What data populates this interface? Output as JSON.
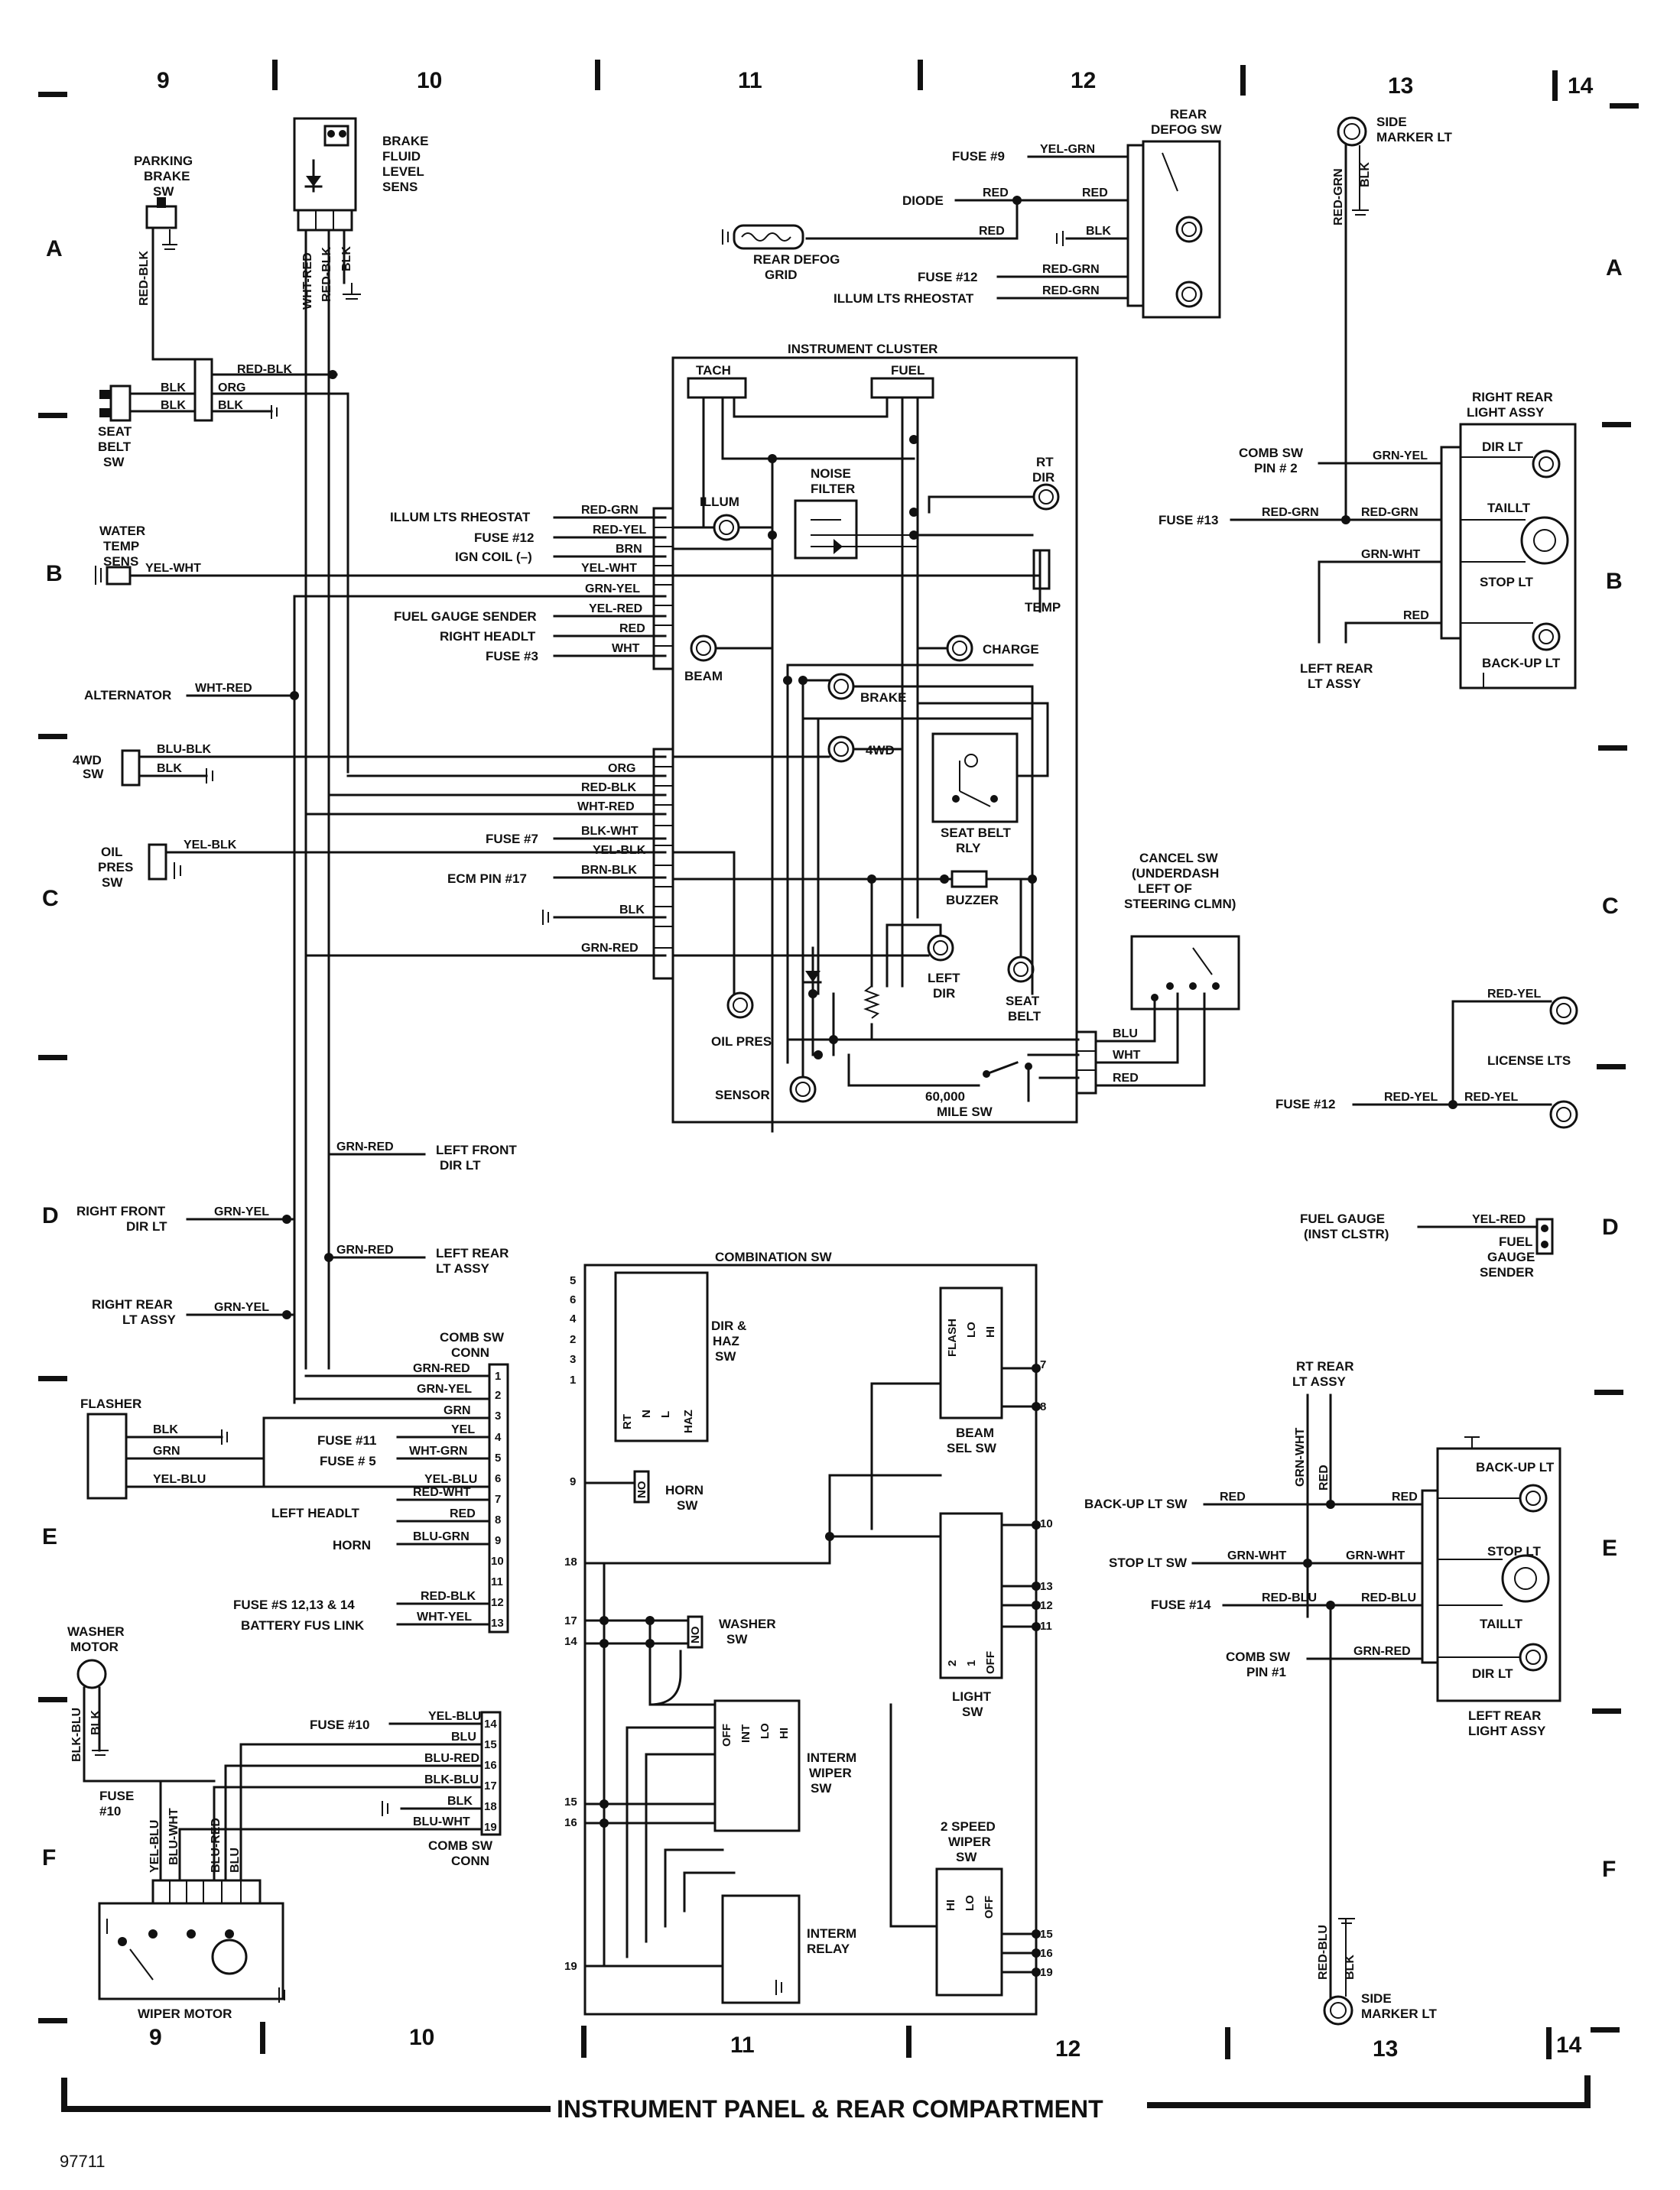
{
  "grid": {
    "columns": [
      "9",
      "10",
      "11",
      "12",
      "13",
      "14"
    ],
    "rows": [
      "A",
      "B",
      "C",
      "D",
      "E",
      "F"
    ]
  },
  "title": "INSTRUMENT PANEL & REAR COMPARTMENT",
  "figure_number": "97711",
  "components": {
    "parking_brake_sw": [
      "PARKING",
      "BRAKE",
      "SW"
    ],
    "brake_fluid_level_sens": [
      "BRAKE",
      "FLUID",
      "LEVEL",
      "SENS"
    ],
    "seat_belt_sw": [
      "SEAT",
      "BELT",
      "SW"
    ],
    "water_temp_sens": [
      "WATER",
      "TEMP",
      "SENS"
    ],
    "alternator": "ALTERNATOR",
    "wd4_sw": [
      "4WD",
      "SW"
    ],
    "oil_pres_sw": [
      "OIL",
      "PRES",
      "SW"
    ],
    "rear_defog_sw": [
      "REAR",
      "DEFOG SW"
    ],
    "rear_defog_grid": [
      "REAR DEFOG",
      "GRID"
    ],
    "instrument_cluster": "INSTRUMENT CLUSTER",
    "tach": "TACH",
    "fuel": "FUEL",
    "noise_filter": [
      "NOISE",
      "FILTER"
    ],
    "illum": "ILLUM",
    "rt_dir": [
      "RT",
      "DIR"
    ],
    "temp": "TEMP",
    "beam": "BEAM",
    "charge": "CHARGE",
    "brake": "BRAKE",
    "wd4": "4WD",
    "seat_belt_rly": [
      "SEAT BELT",
      "RLY"
    ],
    "buzzer": "BUZZER",
    "left_dir": [
      "LEFT",
      "DIR"
    ],
    "seat_belt": [
      "SEAT",
      "BELT"
    ],
    "oil_pres": "OIL PRES",
    "sensor": "SENSOR",
    "mile_sw": [
      "60,000",
      "MILE SW"
    ],
    "cancel_sw": [
      "CANCEL SW",
      "(UNDERDASH",
      "LEFT OF",
      "STEERING CLMN)"
    ],
    "side_marker_top": [
      "SIDE",
      "MARKER LT"
    ],
    "right_rear_light_assy": [
      "RIGHT REAR",
      "LIGHT ASSY"
    ],
    "dir_lt": "DIR LT",
    "taillt": "TAILLT",
    "stop_lt": "STOP LT",
    "back_up_lt": "BACK-UP LT",
    "left_rear_lt_assy": [
      "LEFT REAR",
      "LT ASSY"
    ],
    "license_lts": "LICENSE LTS",
    "fuel_gauge_sender": [
      "FUEL",
      "GAUGE",
      "SENDER"
    ],
    "fuel_gauge_inst": [
      "FUEL GAUGE",
      "(INST CLSTR)"
    ],
    "rt_rear_lt_assy": [
      "RT REAR",
      "LT ASSY"
    ],
    "left_rear_light_assy": [
      "LEFT REAR",
      "LIGHT ASSY"
    ],
    "side_marker_bottom": [
      "SIDE",
      "MARKER LT"
    ],
    "combination_sw": "COMBINATION SW",
    "dir_haz_sw": [
      "DIR &",
      "HAZ",
      "SW"
    ],
    "beam_sel_sw": [
      "BEAM",
      "SEL SW"
    ],
    "horn_sw": [
      "HORN",
      "SW"
    ],
    "washer_sw": [
      "WASHER",
      "SW"
    ],
    "light_sw": [
      "LIGHT",
      "SW"
    ],
    "interm_wiper_sw": [
      "INTERM",
      "WIPER",
      "SW"
    ],
    "speed_wiper_sw": [
      "2 SPEED",
      "WIPER",
      "SW"
    ],
    "interm_relay": [
      "INTERM",
      "RELAY"
    ],
    "flasher": "FLASHER",
    "comb_sw_conn": [
      "COMB SW",
      "CONN"
    ],
    "washer_motor": [
      "WASHER",
      "MOTOR"
    ],
    "wiper_motor": "WIPER MOTOR",
    "right_front_dir_lt": [
      "RIGHT FRONT",
      "DIR LT"
    ],
    "right_rear_lt_assy": [
      "RIGHT REAR",
      "LT ASSY"
    ],
    "left_front_dir_lt": [
      "LEFT FRONT",
      "DIR LT"
    ],
    "left_rear_lt_assy_mid": [
      "LEFT REAR",
      "LT ASSY"
    ]
  },
  "switch_cols": {
    "dir_haz": [
      "RT",
      "N",
      "L",
      "HAZ"
    ],
    "beam": [
      "FLASH",
      "LO",
      "HI"
    ],
    "light": [
      "2",
      "1",
      "OFF"
    ],
    "interm": [
      "OFF",
      "INT",
      "LO",
      "HI"
    ],
    "speed2": [
      "HI",
      "LO",
      "OFF"
    ],
    "horn_no": "NO",
    "washer_no": "NO"
  },
  "left_refs": {
    "illum_lts_rheostat": "ILLUM LTS RHEOSTAT",
    "fuse12": "FUSE #12",
    "ign_coil": "IGN COIL (–)",
    "fuel_gauge_sender": "FUEL GAUGE SENDER",
    "right_headlt": "RIGHT HEADLT",
    "fuse3": "FUSE #3",
    "fuse7": "FUSE #7",
    "ecm_pin17": "ECM PIN #17",
    "fuse9": "FUSE #9",
    "diode": "DIODE",
    "fuse12b": "FUSE #12",
    "illum_lts_rheostat_b": "ILLUM LTS RHEOSTAT",
    "comb_sw_pin2": [
      "COMB SW",
      "PIN # 2"
    ],
    "fuse13": "FUSE #13",
    "fuse12c": "FUSE #12",
    "back_up_lt_sw": "BACK-UP LT SW",
    "stop_lt_sw": "STOP LT SW",
    "fuse14": "FUSE #14",
    "comb_sw_pin1": [
      "COMB SW",
      "PIN #1"
    ],
    "fuse11": "FUSE #11",
    "fuse5": "FUSE # 5",
    "left_headlt": "LEFT HEADLT",
    "horn": "HORN",
    "fuse_s": "FUSE #S 12,13 & 14",
    "battery_fus_link": "BATTERY FUS LINK",
    "fuse10": "FUSE #10",
    "fuse10b": [
      "FUSE",
      "#10"
    ]
  },
  "wires": {
    "red_blk": "RED-BLK",
    "blk": "BLK",
    "org": "ORG",
    "wht_red": "WHT-RED",
    "yel_wht": "YEL-WHT",
    "red_grn": "RED-GRN",
    "red_yel": "RED-YEL",
    "brn": "BRN",
    "grn_yel": "GRN-YEL",
    "yel_red": "YEL-RED",
    "red": "RED",
    "wht": "WHT",
    "blu_blk": "BLU-BLK",
    "blk_wht": "BLK-WHT",
    "yel_blk": "YEL-BLK",
    "brn_blk": "BRN-BLK",
    "grn_red": "GRN-RED",
    "yel_grn": "YEL-GRN",
    "blu": "BLU",
    "grn_wht": "GRN-WHT",
    "red_blu": "RED-BLU",
    "grn": "GRN",
    "yel": "YEL",
    "wht_grn": "WHT-GRN",
    "yel_blu": "YEL-BLU",
    "red_wht": "RED-WHT",
    "blu_grn": "BLU-GRN",
    "wht_yel": "WHT-YEL",
    "blu_red": "BLU-RED",
    "blk_blu": "BLK-BLU",
    "blu_wht": "BLU-WHT",
    "blk_blu2": "BLK-BLU"
  },
  "conn_pins_top": [
    "1",
    "2",
    "3",
    "4",
    "5",
    "6",
    "7",
    "8",
    "9",
    "10",
    "11",
    "12",
    "13"
  ],
  "conn_pins_bottom": [
    "14",
    "15",
    "16",
    "17",
    "18",
    "19"
  ],
  "dirhaz_pins": [
    "5",
    "6",
    "4",
    "2",
    "3",
    "1"
  ],
  "cs_left_pins": [
    "9",
    "18",
    "17",
    "14",
    "15",
    "16",
    "19"
  ],
  "cs_right_pins": [
    "7",
    "8",
    "10",
    "13",
    "12",
    "11",
    "15",
    "16",
    "19"
  ]
}
